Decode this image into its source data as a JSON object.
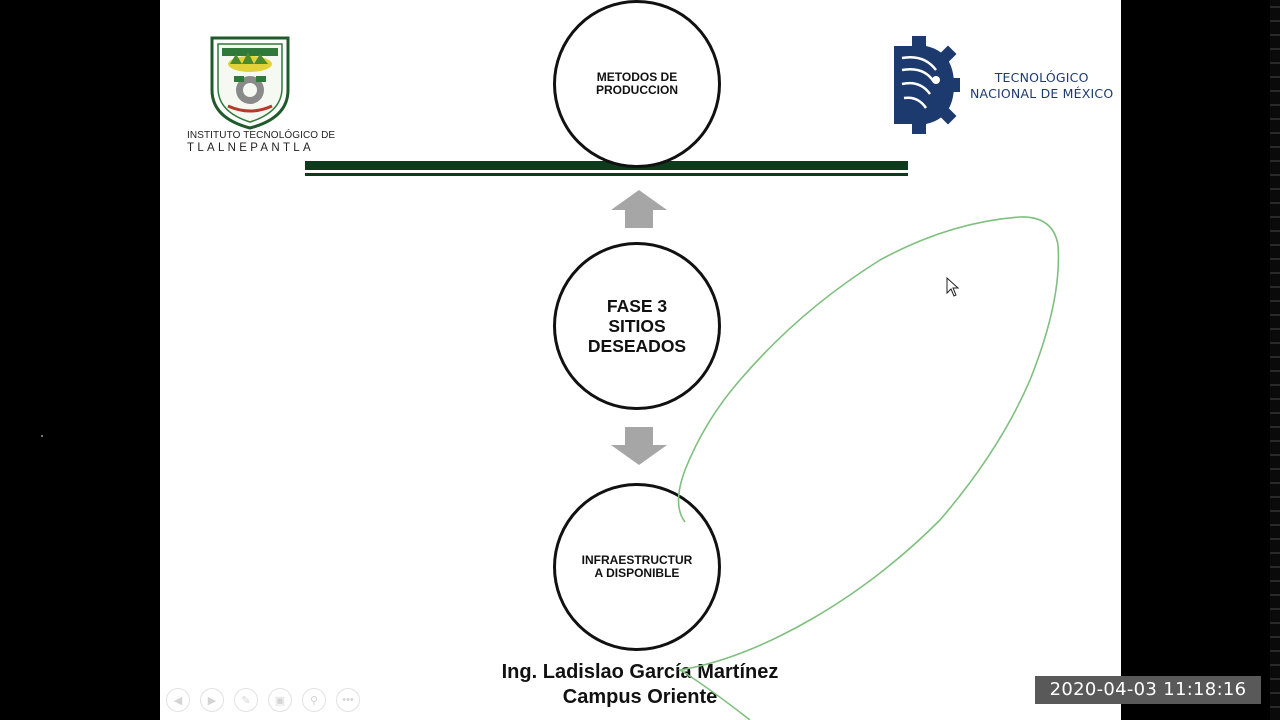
{
  "slide": {
    "logo_left": {
      "caption_line1": "INSTITUTO TECNOLÓGICO DE",
      "caption_line2": "TLALNEPANTLA"
    },
    "logo_right": {
      "line1": "TECNOLÓGICO",
      "line2": "NACIONAL DE MÉXICO"
    },
    "diagram": {
      "top_node": "METODOS DE\nPRODUCCION",
      "middle_node": "FASE 3\nSITIOS\nDESEADOS",
      "bottom_node": "INFRAESTRUCTUR\nA DISPONIBLE"
    },
    "author": {
      "name": "Ing. Ladislao García Martínez",
      "campus": "Campus Oriente"
    }
  },
  "toolbar": {
    "icons": [
      "previous-icon",
      "next-icon",
      "pen-icon",
      "slides-icon",
      "zoom-icon",
      "more-icon"
    ],
    "more_label": "•••"
  },
  "overlay": {
    "timestamp": "2020-04-03  11:18:16"
  },
  "colors": {
    "accent_green": "#0d3b1b",
    "ink_green": "#7fbf7f",
    "tecnm_blue": "#1d3a6e",
    "arrow_gray": "#a6a6a6"
  }
}
